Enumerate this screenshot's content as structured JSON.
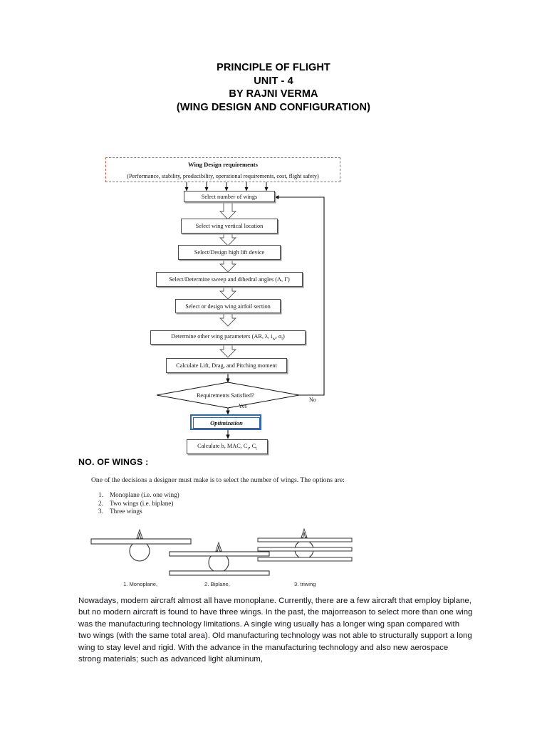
{
  "document": {
    "title_lines": [
      "PRINCIPLE OF FLIGHT",
      "UNIT - 4",
      "BY RAJNI VERMA",
      "(WING DESIGN AND CONFIGURATION)"
    ]
  },
  "flowchart": {
    "requirements_box": {
      "title": "Wing Design requirements",
      "subtitle": "(Performance, stability, producibility, operational requirements, cost, flight safety)",
      "border_color": "#e0483a",
      "border_style": "dashed"
    },
    "steps": [
      {
        "id": "select-number-of-wings",
        "label": "Select number of wings"
      },
      {
        "id": "select-wing-vertical-location",
        "label": "Select wing vertical location"
      },
      {
        "id": "select-design-high-lift-device",
        "label": "Select/Design high lift device"
      },
      {
        "id": "select-determine-sweep-dihedral",
        "label": "Select/Determine sweep and dihedral angles (Λ, Γ)"
      },
      {
        "id": "select-design-wing-airfoil-section",
        "label": "Select or design wing airfoil section"
      },
      {
        "id": "determine-other-wing-parameters",
        "label": "Determine other wing parameters (AR, λ, i",
        "label_sub1": "w",
        "label_mid": ", α",
        "label_sub2": "t",
        "label_end": ")"
      },
      {
        "id": "calculate-lift-drag-pitching-moment",
        "label": "Calculate Lift, Drag, and Pitching moment"
      }
    ],
    "decision": {
      "id": "requirements-satisfied",
      "label": "Requirements Satisfied?"
    },
    "branch_yes": "Yes",
    "branch_no": "No",
    "optimization": {
      "label": "Optimization",
      "border_color": "#2f67b5"
    },
    "final_step": {
      "label_start": "Calculate b, MAC, C",
      "sub1": "r",
      "label_mid": ", C",
      "sub2": "t"
    },
    "input_arrow_count": 5
  },
  "section": {
    "heading": "NO. OF WINGS :",
    "intro": "One of the decisions a designer must make is to select the number of wings. The options are:",
    "options": [
      {
        "num": "1.",
        "text": "Monoplane (i.e. one wing)"
      },
      {
        "num": "2.",
        "text": "Two wings (i.e. biplane)"
      },
      {
        "num": "3.",
        "text": "Three wings"
      }
    ],
    "figure_captions": [
      {
        "id": "monoplane",
        "text": "1. Monoplane,"
      },
      {
        "id": "biplane",
        "text": "2. Biplane,"
      },
      {
        "id": "triwing",
        "text": "3. triwing"
      }
    ],
    "paragraph": "Nowadays, modern aircraft almost all have monoplane. Currently, there are a few aircraft that employ biplane, but no modern aircraft is found to have three wings. In the past, the majorreason to select more than one wing was the manufacturing technology limitations. A single wing usually has a longer wing span compared with two wings (with the same total area). Old manufacturing technology was not able to structurally support a long wing to stay level and rigid. With the advance in the manufacturing technology and also new aerospace strong materials; such as advanced light aluminum,"
  }
}
